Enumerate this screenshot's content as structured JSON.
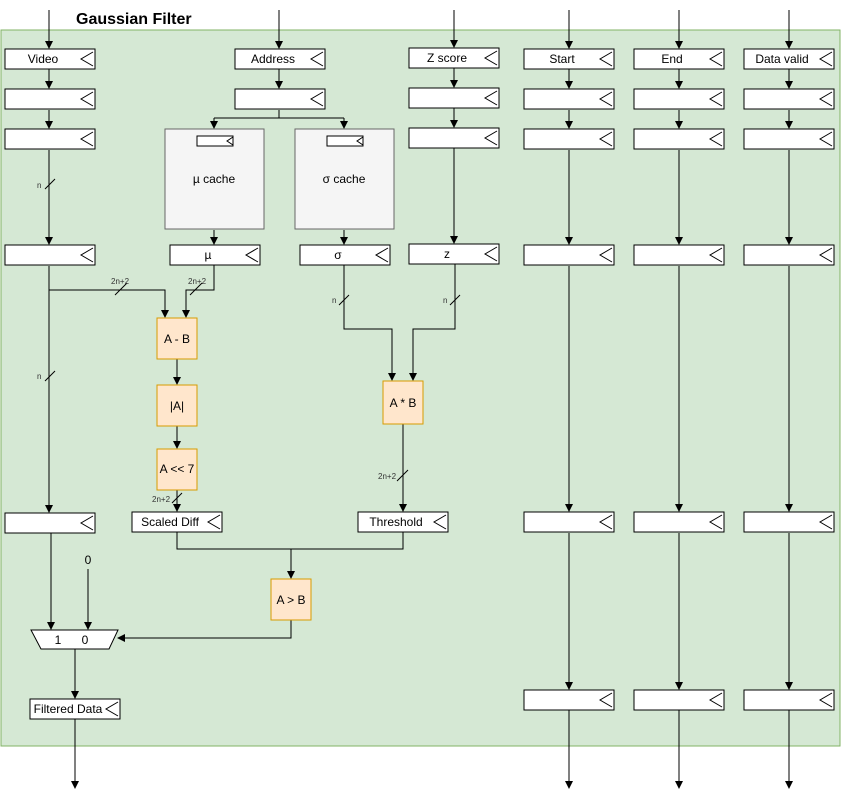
{
  "title": "Gaussian Filter",
  "colors": {
    "background": "#d5e8d4",
    "background_border": "#82b366",
    "op_fill": "#ffe6cc",
    "op_border": "#d79b00",
    "cache_fill": "#f5f5f5",
    "cache_border": "#666666",
    "line": "#000000"
  },
  "registers": {
    "video": "Video",
    "address": "Address",
    "zscore": "Z score",
    "start": "Start",
    "end": "End",
    "data_valid": "Data valid",
    "mu": "µ",
    "sigma": "σ",
    "z": "z",
    "scaled_diff": "Scaled Diff",
    "threshold": "Threshold",
    "filtered_data": "Filtered Data"
  },
  "caches": {
    "mu_cache": "µ cache",
    "sigma_cache": "σ cache"
  },
  "ops": {
    "sub": "A - B",
    "abs": "|A|",
    "shift": "A << 7",
    "mul": "A * B",
    "gt": "A > B"
  },
  "mux": {
    "in1": "1",
    "in0": "0",
    "const_zero": "0"
  },
  "bus_widths": {
    "n": "n",
    "two_n_plus_2": "2n+2"
  }
}
